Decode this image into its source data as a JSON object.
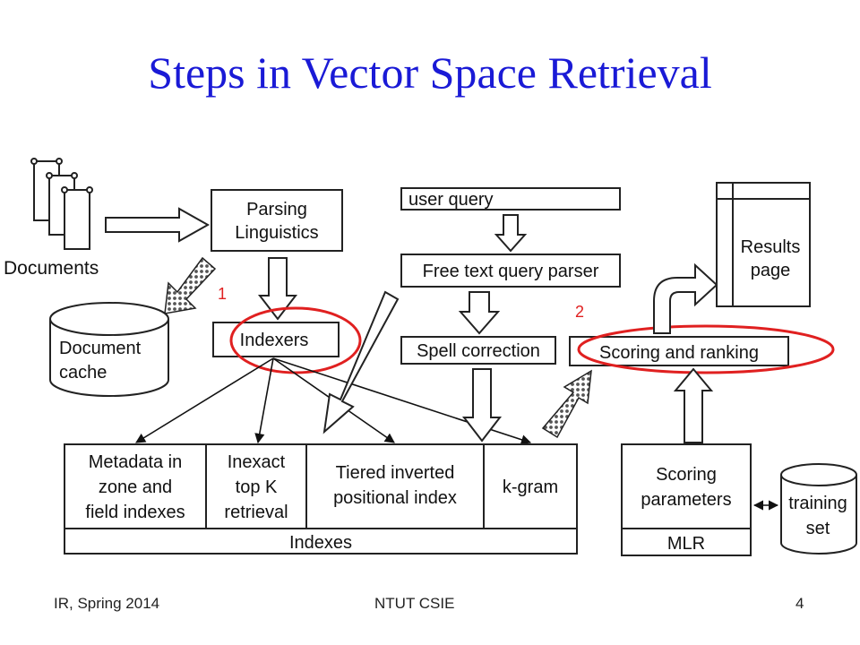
{
  "slide": {
    "title": "Steps in Vector Space Retrieval"
  },
  "diagram": {
    "documents": "Documents",
    "parsing": [
      "Parsing",
      "Linguistics"
    ],
    "document_cache": [
      "Document",
      "cache"
    ],
    "indexers": "Indexers",
    "user_query": "user query",
    "free_text_parser": "Free text query parser",
    "spell_correction": "Spell correction",
    "scoring_ranking": "Scoring and ranking",
    "results_page": [
      "Results",
      "page"
    ],
    "indexes": {
      "metadata": [
        "Metadata in",
        "zone and",
        "field indexes"
      ],
      "inexact": [
        "Inexact",
        "top K",
        "retrieval"
      ],
      "tiered": [
        "Tiered inverted",
        "positional index"
      ],
      "kgram": "k-gram",
      "label": "Indexes"
    },
    "scoring_parameters": [
      "Scoring",
      "parameters"
    ],
    "mlr": "MLR",
    "training_set": [
      "training",
      "set"
    ],
    "marker_1": "1",
    "marker_2": "2"
  },
  "footer": {
    "left": "IR, Spring 2014",
    "center": "NTUT CSIE",
    "page": "4"
  },
  "colors": {
    "title": "#1a1ad6",
    "highlight": "#e02020",
    "marker": "#e02020"
  }
}
